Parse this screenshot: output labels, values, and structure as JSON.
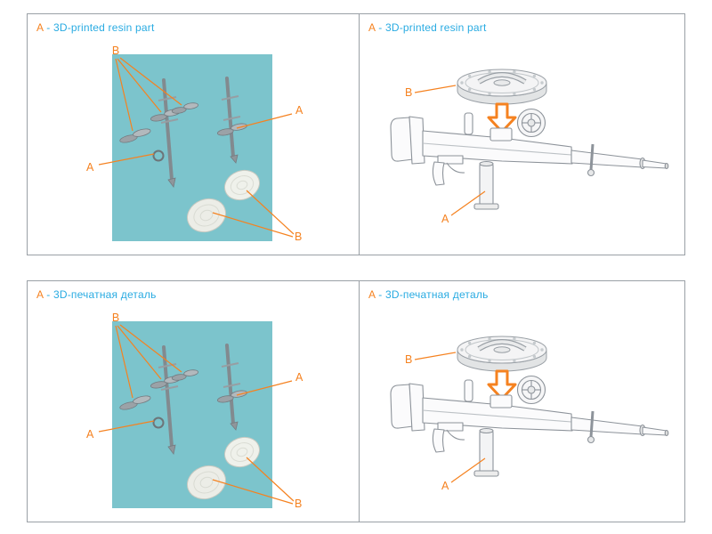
{
  "colors": {
    "accent_orange": "#F58220",
    "title_blue": "#29ABE2",
    "photo_teal": "#7CC4CC"
  },
  "panels": [
    {
      "title_letter": "A",
      "title_rest": "- 3D-printed resin part",
      "callouts": {
        "b_top": "B",
        "a_right": "A",
        "a_left": "A",
        "b_bottom": "B"
      }
    },
    {
      "title_letter": "A",
      "title_rest": "- 3D-printed resin part",
      "callouts": {
        "b_drum": "B",
        "a_mount": "A"
      }
    },
    {
      "title_letter": "A",
      "title_rest": "- 3D-печатная деталь",
      "callouts": {
        "b_top": "B",
        "a_right": "A",
        "a_left": "A",
        "b_bottom": "B"
      }
    },
    {
      "title_letter": "A",
      "title_rest": "- 3D-печатная деталь",
      "callouts": {
        "b_drum": "B",
        "a_mount": "A"
      }
    }
  ]
}
